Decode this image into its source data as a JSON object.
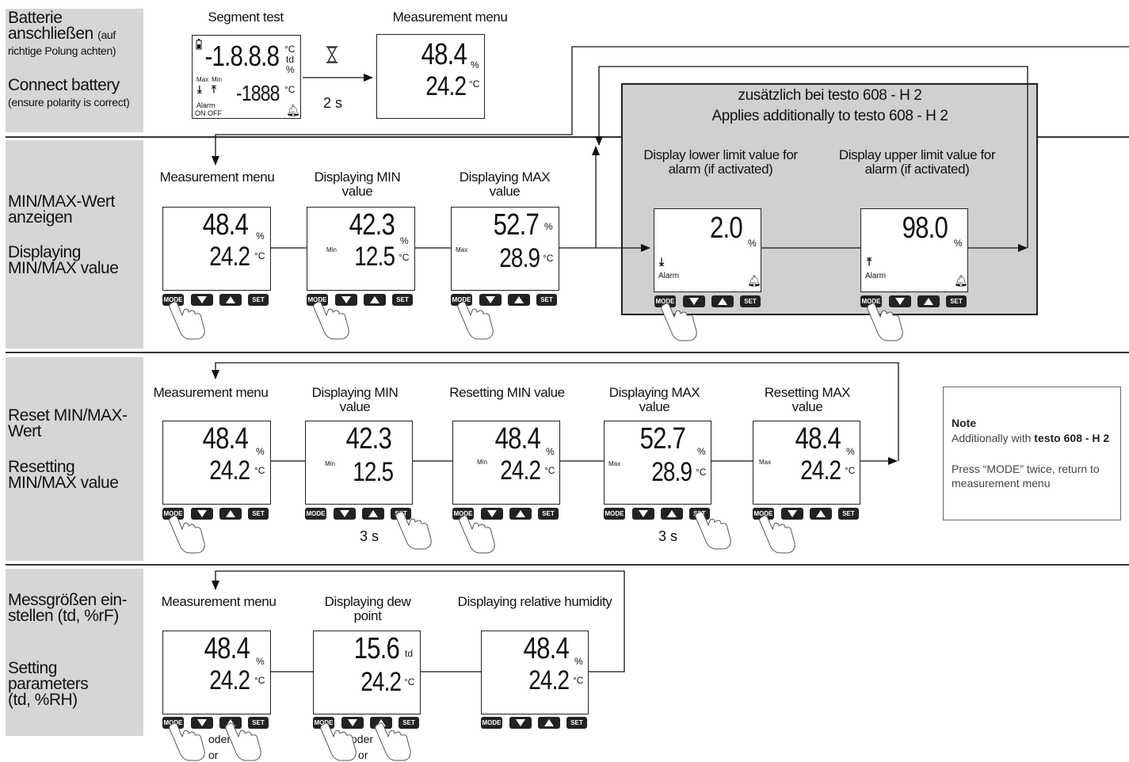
{
  "sections": {
    "connect": {
      "de_title": "Batterie anschließen",
      "de_small": "(auf richtige Polung achten)",
      "en_title": "Connect battery",
      "en_small": "(ensure polarity is correct)",
      "segment_test_label": "Segment test",
      "segment_display": {
        "top_value": "-1.8.8.8",
        "units_top": [
          "°C",
          "td",
          "%"
        ],
        "bottom_value": "-1888",
        "unit_bottom": "°C",
        "max": "Max",
        "min": "Min",
        "alarm": "Alarm",
        "on_off": "ON OFF"
      },
      "delay": "2 s",
      "measurement_menu_label": "Measurement menu",
      "measurement_display": {
        "top": "48.4",
        "top_unit": "%",
        "bottom": "24.2",
        "bottom_unit": "°C"
      }
    },
    "minmax": {
      "de_title": "MIN/MAX-Wert anzeigen",
      "en_title": "Displaying MIN/MAX value",
      "h2_title_de": "zusätzlich bei testo 608 - H 2",
      "h2_title_en": "Applies additionally to testo 608 - H 2",
      "steps": [
        {
          "label": "Measurement menu",
          "top": "48.4",
          "top_unit": "%",
          "bottom": "24.2",
          "bottom_unit": "°C",
          "tag": ""
        },
        {
          "label": "Displaying MIN value",
          "top": "42.3",
          "top_unit": "%",
          "bottom": "12.5",
          "bottom_unit": "°C",
          "tag": "Min"
        },
        {
          "label": "Displaying MAX value",
          "top": "52.7",
          "top_unit": "%",
          "bottom": "28.9",
          "bottom_unit": "°C",
          "tag": "Max"
        },
        {
          "label": "Display lower limit value for alarm (if activated)",
          "top": "2.0",
          "top_unit": "%",
          "alarm": "Alarm"
        },
        {
          "label": "Display upper limit value for alarm (if activated)",
          "top": "98.0",
          "top_unit": "%",
          "alarm": "Alarm"
        }
      ]
    },
    "reset": {
      "de_title": "Reset MIN/MAX-Wert",
      "en_title": "Resetting MIN/MAX value",
      "steps": [
        {
          "label": "Measurement menu",
          "top": "48.4",
          "top_unit": "%",
          "bottom": "24.2",
          "bottom_unit": "°C",
          "tag": ""
        },
        {
          "label": "Displaying MIN value",
          "top": "42.3",
          "top_unit": "",
          "bottom": "12.5",
          "bottom_unit": "",
          "tag": "Min"
        },
        {
          "label": "Resetting MIN value",
          "top": "48.4",
          "top_unit": "%",
          "bottom": "24.2",
          "bottom_unit": "°C",
          "tag": "Min"
        },
        {
          "label": "Displaying MAX value",
          "top": "52.7",
          "top_unit": "%",
          "bottom": "28.9",
          "bottom_unit": "°C",
          "tag": "Max"
        },
        {
          "label": "Resetting MAX value",
          "top": "48.4",
          "top_unit": "%",
          "bottom": "24.2",
          "bottom_unit": "°C",
          "tag": "Max"
        }
      ],
      "hold_time": "3 s",
      "note": {
        "title": "Note",
        "line1_prefix": "Additionally with ",
        "line1_bold": "testo 608 - H 2",
        "line2": "Press “MODE” twice, return to measurement menu"
      }
    },
    "params": {
      "de_title": "Messgrößen ein- stellen (td, %rF)",
      "en_title": "Setting parameters (td, %RH)",
      "steps": [
        {
          "label": "Measurement menu",
          "top": "48.4",
          "top_unit": "%",
          "bottom": "24.2",
          "bottom_unit": "°C"
        },
        {
          "label": "Displaying dew point",
          "top": "15.6",
          "top_unit": "td",
          "bottom": "24.2",
          "bottom_unit": "°C"
        },
        {
          "label": "Displaying relative humidity",
          "top": "48.4",
          "top_unit": "%",
          "bottom": "24.2",
          "bottom_unit": "°C"
        }
      ],
      "oder": "oder",
      "or": "or"
    }
  },
  "buttons": {
    "mode": "MODE",
    "set": "SET"
  },
  "icons": [
    "hourglass-icon",
    "battery-icon",
    "bell-icon",
    "hand-pointer-icon",
    "arrow-down-bar-icon",
    "arrow-up-bar-icon"
  ]
}
